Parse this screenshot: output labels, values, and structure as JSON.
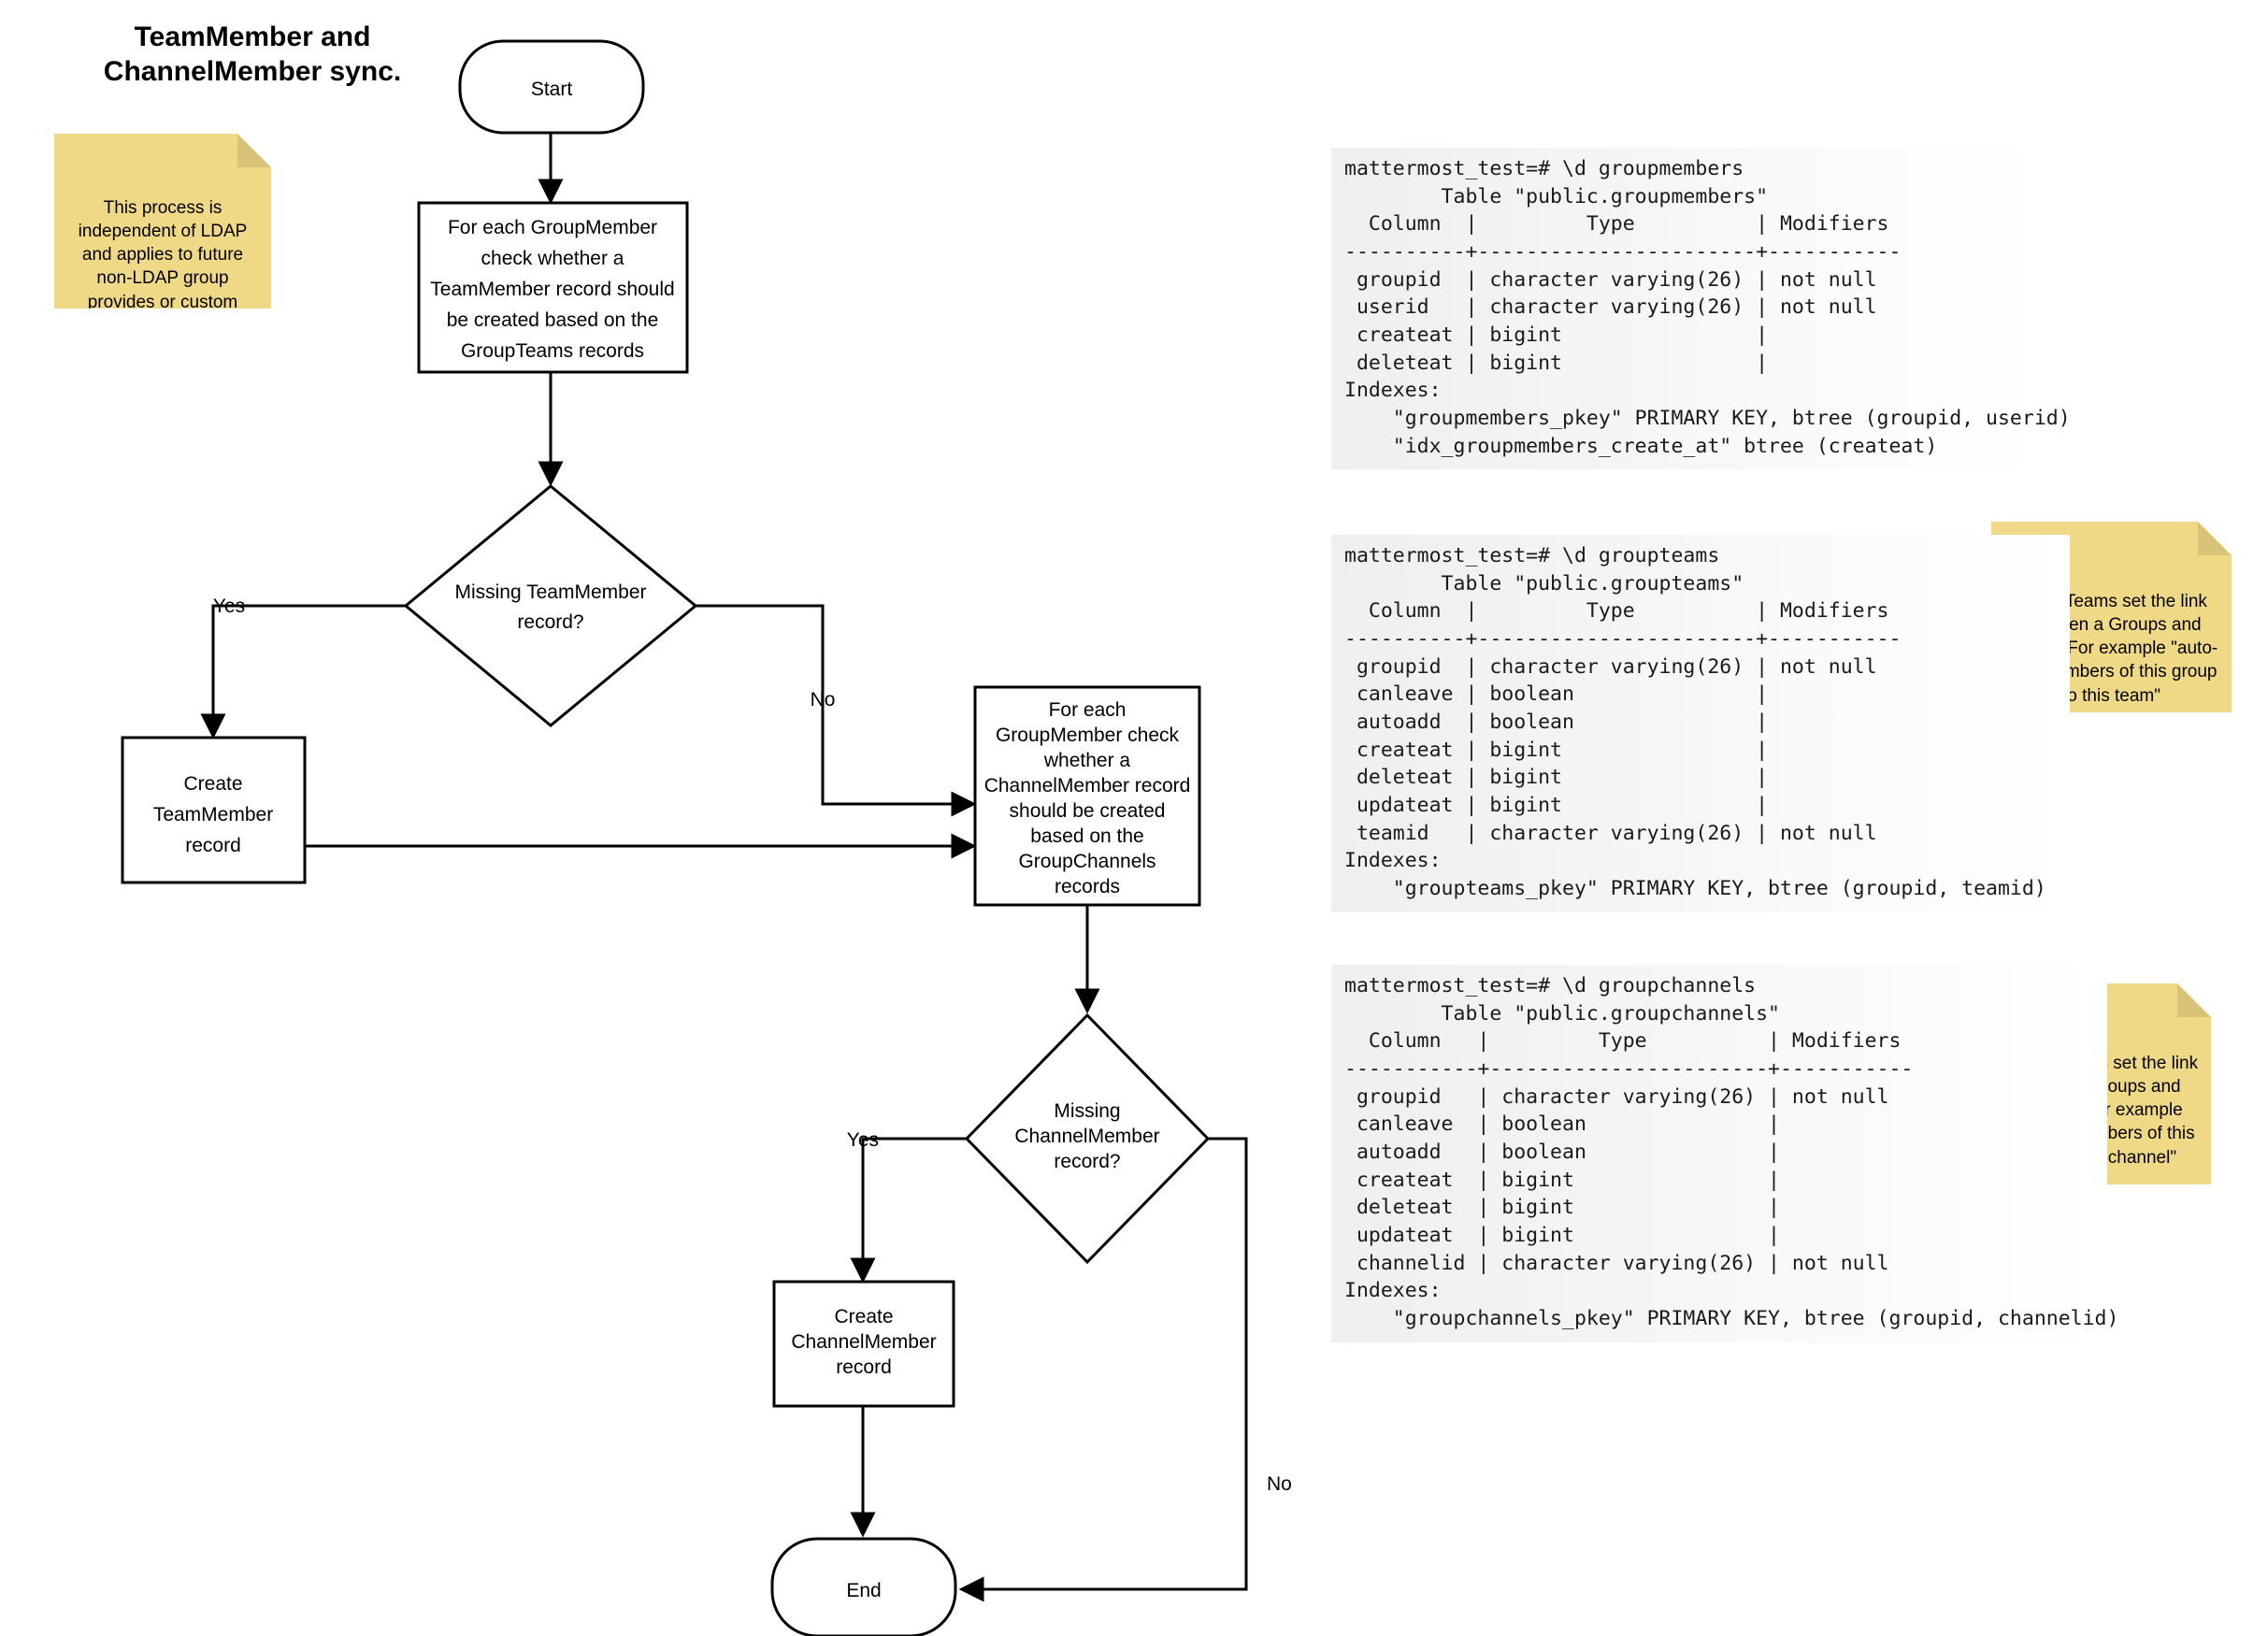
{
  "title": "TeamMember and\nChannelMember sync.",
  "notes": [
    {
      "id": "ldap",
      "text": "This process is independent of LDAP and applies to future non-LDAP group provides or custom groups"
    },
    {
      "id": "groupteams",
      "text": "GroupTeams set the link between a Groups and Teams. For example \"auto-add members of this group to this team\""
    },
    {
      "id": "groupchannels",
      "text": "GroupChannels set the link between a Groups and Channels. For example \"auto-add members of this group to this channel\""
    }
  ],
  "flowchart": {
    "nodes": {
      "start": {
        "label": "Start",
        "shape": "terminator"
      },
      "check_team": {
        "shape": "process",
        "lines": [
          "For each GroupMember",
          "check whether a",
          "TeamMember record should",
          "be created based on the",
          "GroupTeams records"
        ]
      },
      "decision_team": {
        "shape": "decision",
        "lines": [
          "Missing TeamMember",
          "record?"
        ]
      },
      "create_team": {
        "shape": "process",
        "lines": [
          "Create",
          "TeamMember",
          "record"
        ]
      },
      "check_channel": {
        "shape": "process",
        "lines": [
          "For each",
          "GroupMember check",
          "whether a",
          "ChannelMember record",
          "should be created",
          "based on the",
          "GroupChannels",
          "records"
        ]
      },
      "decision_channel": {
        "shape": "decision",
        "lines": [
          "Missing",
          "ChannelMember",
          "record?"
        ]
      },
      "create_channel": {
        "shape": "process",
        "lines": [
          "Create",
          "ChannelMember",
          "record"
        ]
      },
      "end": {
        "label": "End",
        "shape": "terminator"
      }
    },
    "edge_labels": {
      "team_yes": "Yes",
      "team_no": "No",
      "channel_yes": "Yes",
      "channel_no": "No"
    }
  },
  "terminals": {
    "groupmembers": "mattermost_test=# \\d groupmembers\n        Table \"public.groupmembers\"\n  Column  |         Type          | Modifiers\n----------+-----------------------+-----------\n groupid  | character varying(26) | not null\n userid   | character varying(26) | not null\n createat | bigint                |\n deleteat | bigint                |\nIndexes:\n    \"groupmembers_pkey\" PRIMARY KEY, btree (groupid, userid)\n    \"idx_groupmembers_create_at\" btree (createat)",
    "groupteams": "mattermost_test=# \\d groupteams\n        Table \"public.groupteams\"\n  Column  |         Type          | Modifiers\n----------+-----------------------+-----------\n groupid  | character varying(26) | not null\n canleave | boolean               |\n autoadd  | boolean               |\n createat | bigint                |\n deleteat | bigint                |\n updateat | bigint                |\n teamid   | character varying(26) | not null\nIndexes:\n    \"groupteams_pkey\" PRIMARY KEY, btree (groupid, teamid)",
    "groupchannels": "mattermost_test=# \\d groupchannels\n        Table \"public.groupchannels\"\n  Column   |         Type          | Modifiers\n-----------+-----------------------+-----------\n groupid   | character varying(26) | not null\n canleave  | boolean               |\n autoadd   | boolean               |\n createat  | bigint                |\n deleteat  | bigint                |\n updateat  | bigint                |\n channelid | character varying(26) | not null\nIndexes:\n    \"groupchannels_pkey\" PRIMARY KEY, btree (groupid, channelid)"
  },
  "colors": {
    "note_fill": "#efd987",
    "note_fold": "#d9c378",
    "stroke": "#000000",
    "node_fill": "#ffffff",
    "terminal_bg": "#efefef"
  }
}
